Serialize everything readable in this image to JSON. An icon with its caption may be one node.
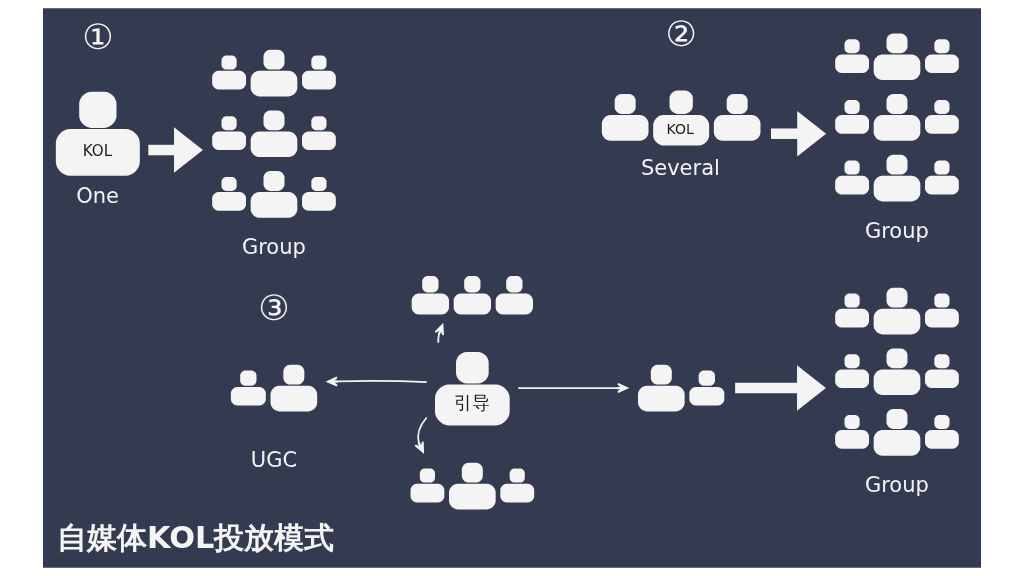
{
  "diagram": {
    "title": "自媒体KOL投放模式",
    "nodes": [
      {
        "text": [
          "KOL"
        ],
        "beside": [
          "One"
        ]
      },
      {
        "text": [],
        "shape": "person",
        "beside": [
          "Group"
        ]
      },
      {
        "text": [
          "KOL"
        ],
        "beside": [
          "Several"
        ]
      },
      {
        "text": [],
        "shape": "person",
        "beside": [
          "Group"
        ]
      },
      {
        "text": [],
        "shape": "person"
      },
      {
        "text": [],
        "shape": "person"
      },
      {
        "text": [
          "引导"
        ]
      },
      {
        "text": [],
        "shape": "person"
      },
      {
        "text": [],
        "shape": "person"
      },
      {
        "text": [],
        "shape": "person",
        "beside": [
          "Group"
        ]
      }
    ],
    "edges": [
      {
        "from": 0,
        "to": 1,
        "arrow": "to",
        "style": "thick"
      },
      {
        "from": 2,
        "to": 3,
        "arrow": "to",
        "style": "thick"
      },
      {
        "from": 6,
        "to": 4,
        "arrow": "to"
      },
      {
        "from": 6,
        "to": 5,
        "arrow": "to"
      },
      {
        "from": 6,
        "to": 7,
        "arrow": "to"
      },
      {
        "from": 6,
        "to": 8,
        "arrow": "to"
      },
      {
        "from": 7,
        "to": 9,
        "arrow": "to",
        "style": "thick"
      }
    ],
    "labels": [
      "①",
      "②",
      "③",
      "UGC"
    ]
  }
}
